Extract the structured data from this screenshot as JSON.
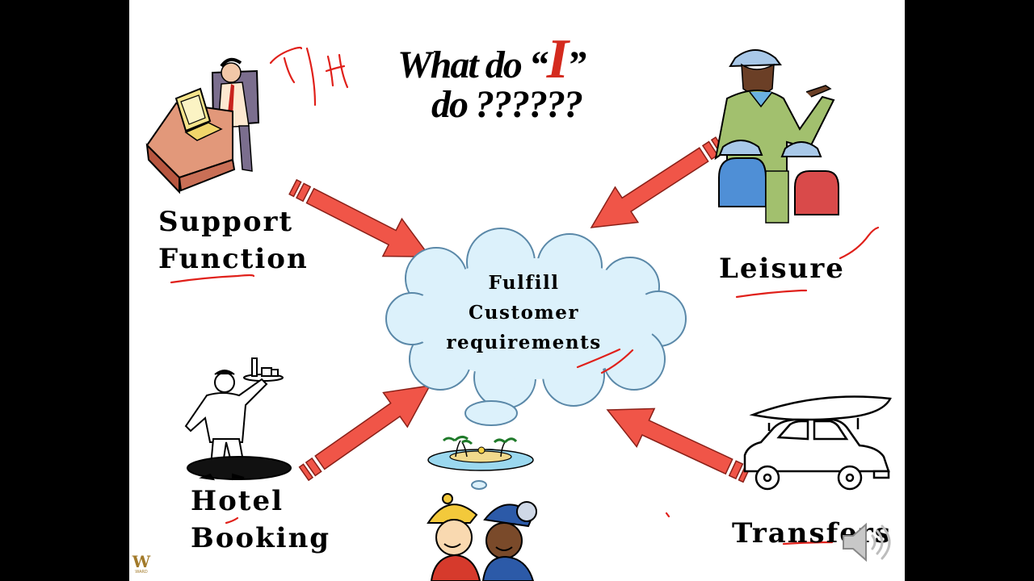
{
  "slide": {
    "title": {
      "part1": "What  do “",
      "highlight": "I",
      "part2": "”",
      "line2": "do ??????"
    },
    "labels": {
      "support_line1": "Support",
      "support_line2": "Function",
      "leisure": "Leisure",
      "hotel_line1": "Hotel",
      "hotel_line2": "Booking",
      "transfers": "Transfers"
    },
    "center": {
      "line1": "Fulfill",
      "line2": "Customer",
      "line3": "requirements"
    },
    "logo_word": "WARD"
  },
  "colors": {
    "arrow": "#f05548",
    "cloud": "#dcf1fb",
    "annotation": "#e0201a",
    "title_highlight": "#d42a1e"
  },
  "icons": {
    "office": "office-worker-clipart-icon",
    "tourist": "tour-guide-clipart-icon",
    "waiter": "waiter-clipart-icon",
    "car": "car-with-canoe-clipart-icon",
    "kids": "kids-dreaming-clipart-icon",
    "speaker": "speaker-icon"
  }
}
